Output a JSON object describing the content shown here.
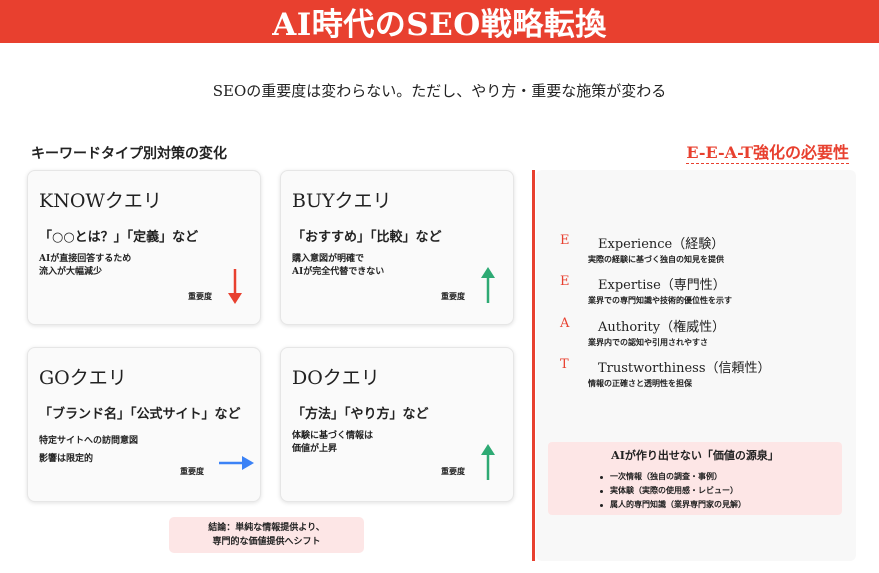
{
  "header": {
    "title": "AI時代のSEO戦略転換"
  },
  "subtitle": "SEOの重要度は変わらない。ただし、やり方・重要な施策が変わる",
  "left_section": {
    "title": "キーワードタイプ別対策の変化",
    "cards": [
      {
        "title": "KNOWクエリ",
        "example": "「○○とは？」「定義」など",
        "desc_line1": "AIが直接回答するため",
        "desc_line2": "流入が大幅減少",
        "importance_label": "重要度",
        "trend": "down",
        "trend_color": "#e8402f"
      },
      {
        "title": "BUYクエリ",
        "example": "「おすすめ」「比較」など",
        "desc_line1": "購入意図が明確で",
        "desc_line2": "AIが完全代替できない",
        "importance_label": "重要度",
        "trend": "up",
        "trend_color": "#2eaa74"
      },
      {
        "title": "GOクエリ",
        "example": "「ブランド名」「公式サイト」など",
        "desc_line1": "特定サイトへの訪問意図",
        "desc_line2": "影響は限定的",
        "importance_label": "重要度",
        "trend": "flat",
        "trend_color": "#3b82f6"
      },
      {
        "title": "DOクエリ",
        "example": "「方法」「やり方」など",
        "desc_line1": "体験に基づく情報は",
        "desc_line2": "価値が上昇",
        "importance_label": "重要度",
        "trend": "up",
        "trend_color": "#2eaa74"
      }
    ],
    "conclusion_line1": "結論：単純な情報提供より、",
    "conclusion_line2": "専門的な価値提供へシフト"
  },
  "right_section": {
    "title": "E-E-A-T強化の必要性",
    "items": [
      {
        "letter": "E",
        "name": "Experience（経験）",
        "desc": "実際の経験に基づく独自の知見を提供"
      },
      {
        "letter": "E",
        "name": "Expertise（専門性）",
        "desc": "業界での専門知識や技術的優位性を示す"
      },
      {
        "letter": "A",
        "name": "Authority（権威性）",
        "desc": "業界内での認知や引用されやすさ"
      },
      {
        "letter": "T",
        "name": "Trustworthiness（信頼性）",
        "desc": "情報の正確さと透明性を担保"
      }
    ],
    "source_box": {
      "title": "AIが作り出せない「価値の源泉」",
      "items": [
        "一次情報（独自の調査・事例）",
        "実体験（実際の使用感・レビュー）",
        "属人的専門知識（業界専門家の見解）"
      ]
    }
  },
  "colors": {
    "accent": "#e8402f",
    "up": "#2eaa74",
    "down": "#e8402f",
    "flat": "#3b82f6",
    "pink_box": "#fde6e6"
  }
}
